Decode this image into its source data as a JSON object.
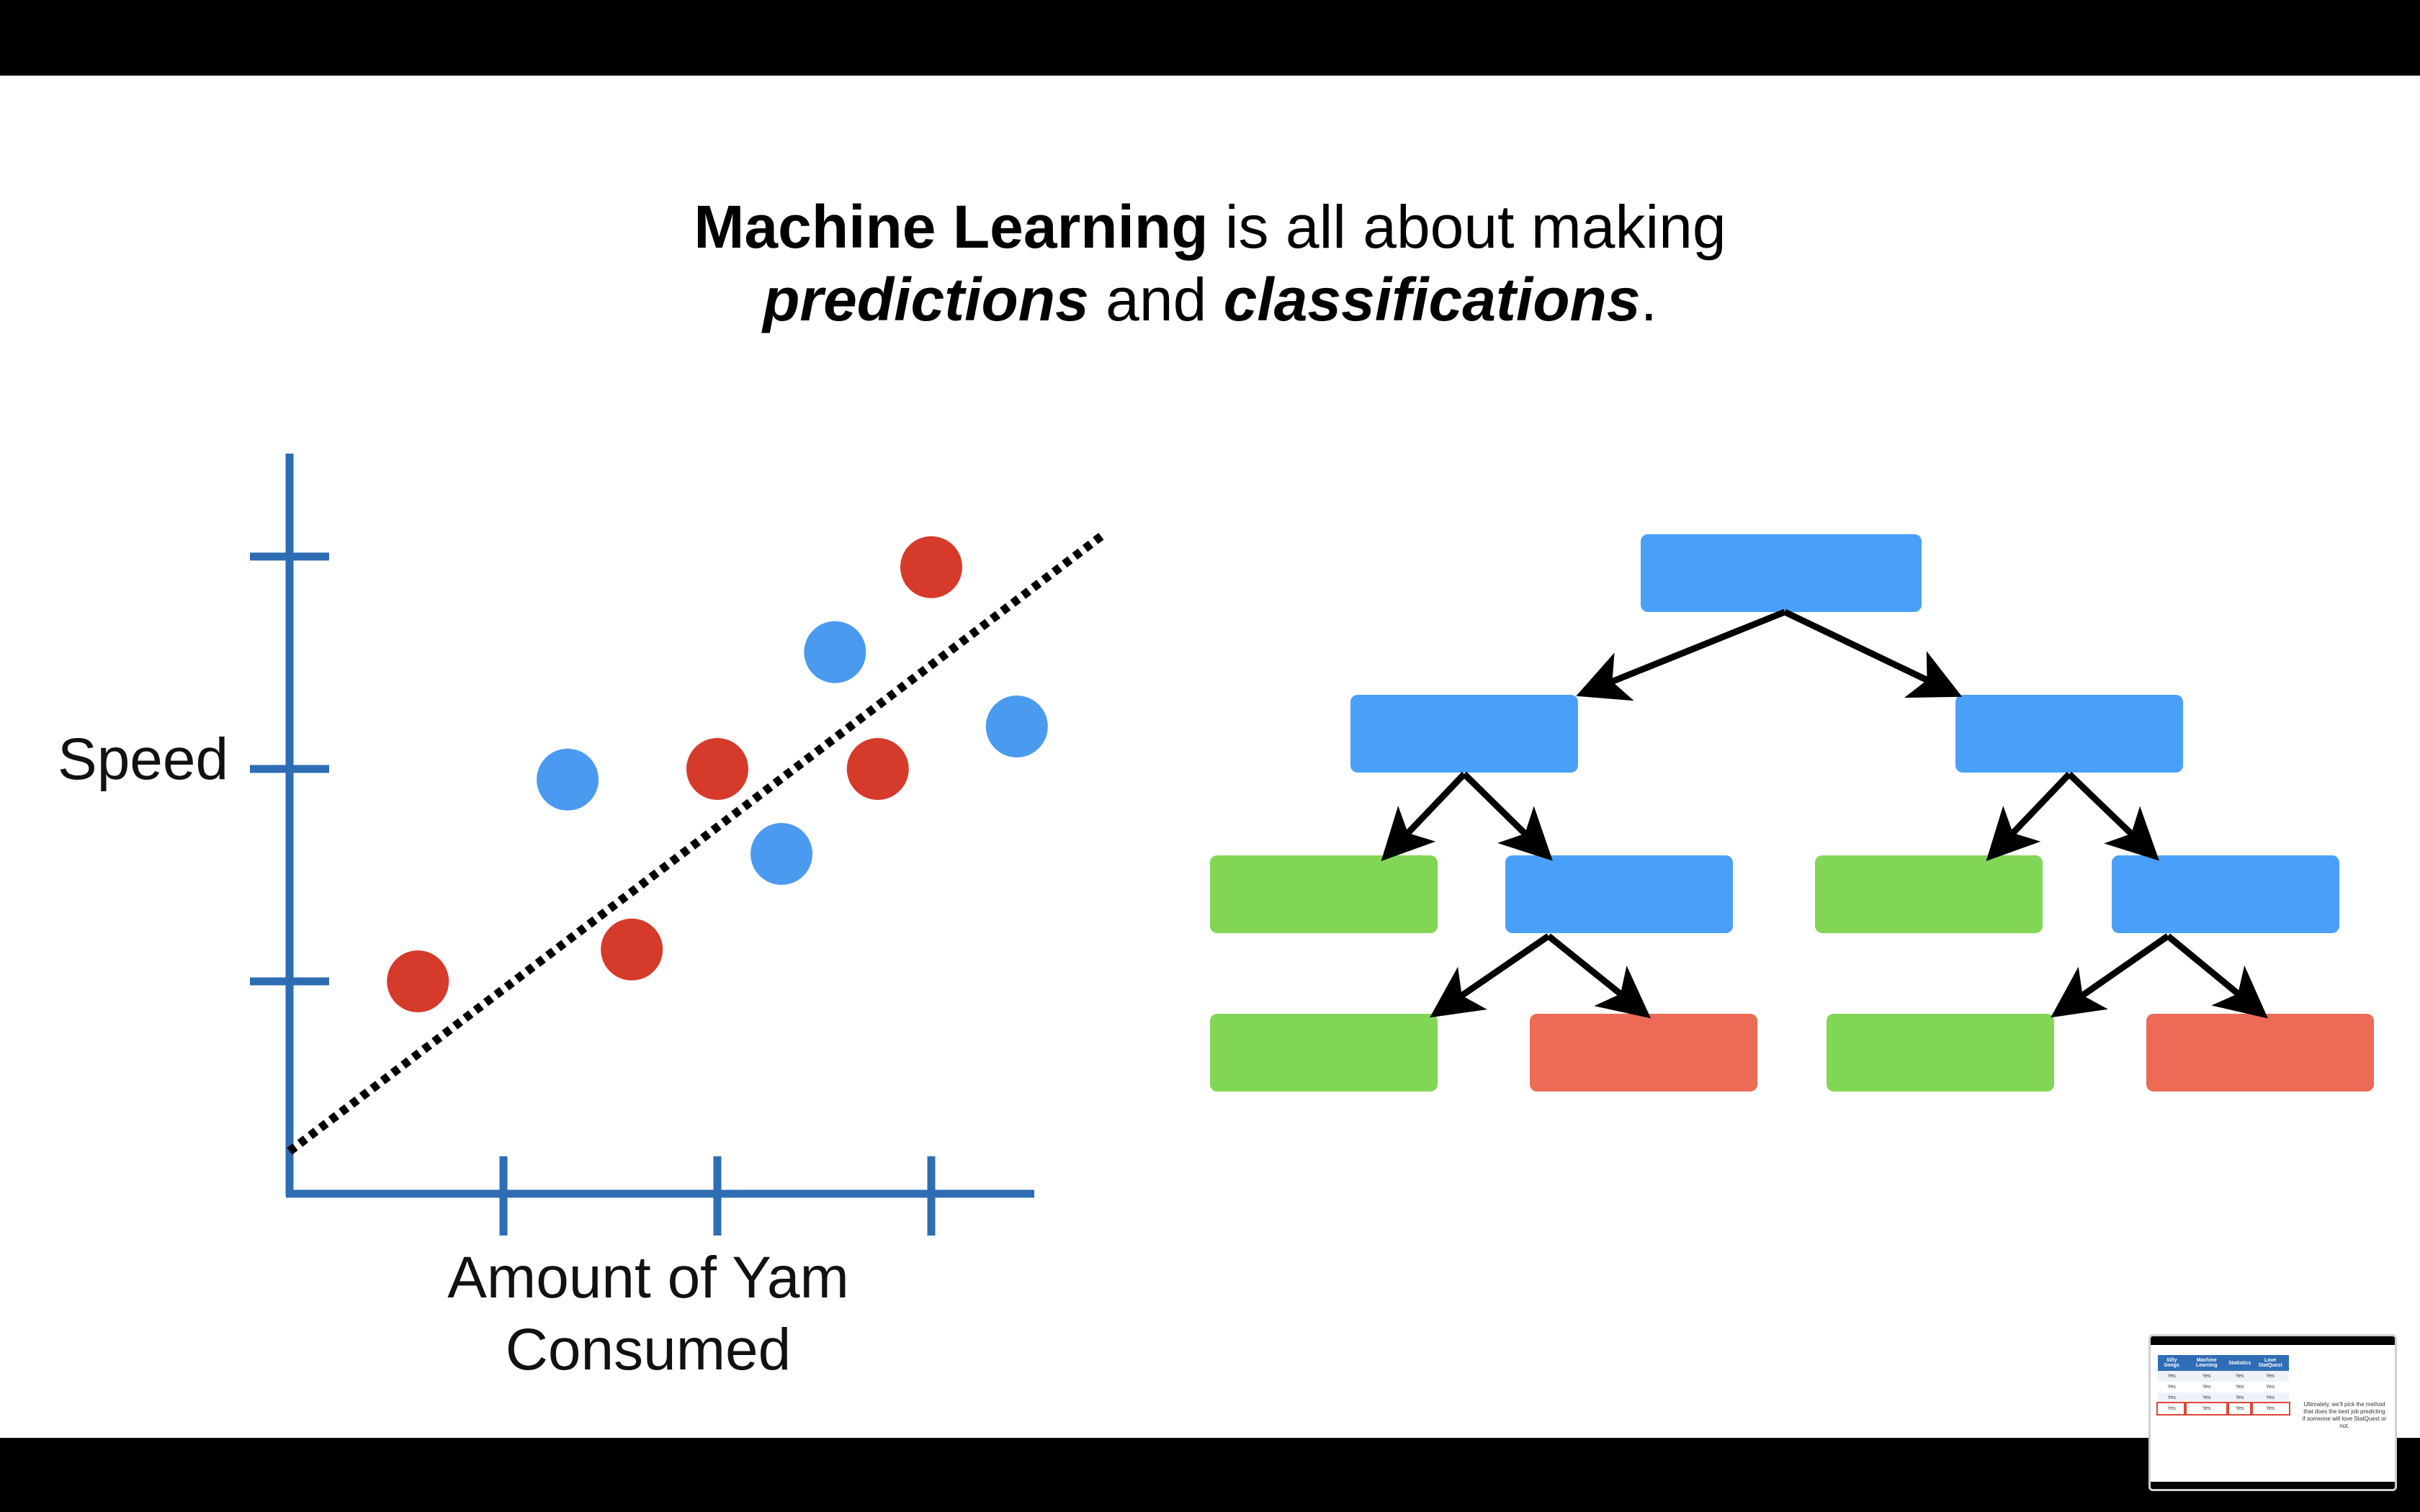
{
  "slide": {
    "title_line1_bold": "Machine Learning",
    "title_line1_rest": " is all about making",
    "title_line2_part1": "predictions",
    "title_line2_mid": " and ",
    "title_line2_part2": "classifications",
    "title_line2_end": ".",
    "ylabel": "Speed",
    "xlabel_line1": "Amount of Yam",
    "xlabel_line2": "Consumed"
  },
  "colors": {
    "axis": "#2e6db4",
    "red_point": "#d63a2a",
    "blue_point": "#4a9af0",
    "tree_blue": "#4aa0f8",
    "tree_green": "#82d655",
    "tree_red": "#ec6b57"
  },
  "chart_data": {
    "type": "scatter",
    "xlabel": "Amount of Yam Consumed",
    "ylabel": "Speed",
    "series": [
      {
        "color": "red",
        "points": [
          [
            0.6,
            1.0
          ],
          [
            1.6,
            1.15
          ],
          [
            2.0,
            2.0
          ],
          [
            2.75,
            2.0
          ],
          [
            3.0,
            2.95
          ]
        ]
      },
      {
        "color": "blue",
        "points": [
          [
            1.3,
            1.95
          ],
          [
            2.3,
            1.6
          ],
          [
            2.55,
            2.55
          ],
          [
            3.4,
            2.2
          ]
        ]
      }
    ],
    "trend_line": {
      "style": "dotted",
      "from": [
        0,
        0.2
      ],
      "to": [
        3.8,
        3.1
      ]
    }
  },
  "thumbnail": {
    "headers": [
      "Silly Songs",
      "Machine Learning",
      "Statistics",
      "Love StatQuest"
    ],
    "rows": [
      [
        "Yes",
        "Yes",
        "Yes",
        "Yes"
      ],
      [
        "Yes",
        "Yes",
        "Yes",
        "Yes"
      ],
      [
        "Yes",
        "Yes",
        "Yes",
        "Yes"
      ],
      [
        "Yes",
        "Yes",
        "Yes",
        "Yes"
      ]
    ],
    "caption": "Ultimately, we'll pick the method that does the best job predicting if someone will love StatQuest or not."
  }
}
